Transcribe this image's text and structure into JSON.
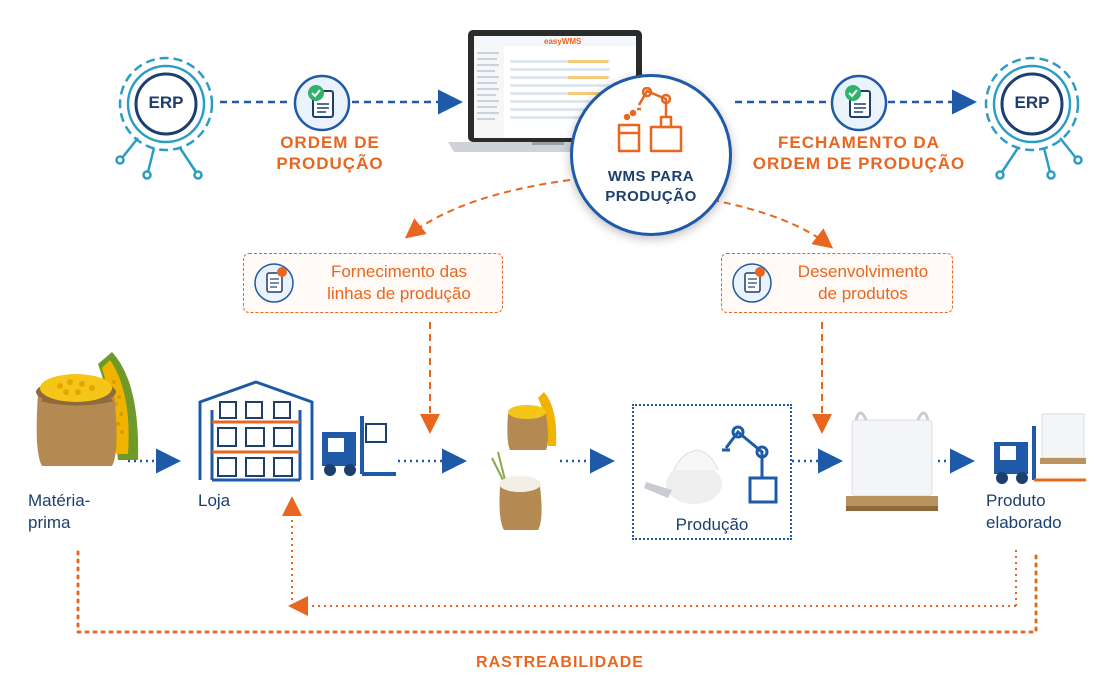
{
  "erp_left": {
    "label": "ERP"
  },
  "erp_right": {
    "label": "ERP"
  },
  "order_left": {
    "line1": "ORDEM DE",
    "line2": "PRODUÇÃO"
  },
  "order_right": {
    "line1": "FECHAMENTO DA",
    "line2": "ORDEM DE PRODUÇÃO"
  },
  "laptop": {
    "brand": "easyWMS"
  },
  "center": {
    "line1": "WMS PARA",
    "line2": "PRODUÇÃO"
  },
  "note_left": {
    "line1": "Fornecimento das",
    "line2": "linhas de produção"
  },
  "note_right": {
    "line1": "Desenvolvimento",
    "line2": "de produtos"
  },
  "flow": {
    "raw": {
      "line1": "Matéria-",
      "line2": "prima"
    },
    "store": "Loja",
    "production": "Produção",
    "final": {
      "line1": "Produto",
      "line2": "elaborado"
    }
  },
  "traceability": "RASTREABILIDADE",
  "colors": {
    "navy": "#1c3f6e",
    "blue": "#1e5aa8",
    "teal": "#2a9dc4",
    "orange": "#e8661f"
  }
}
